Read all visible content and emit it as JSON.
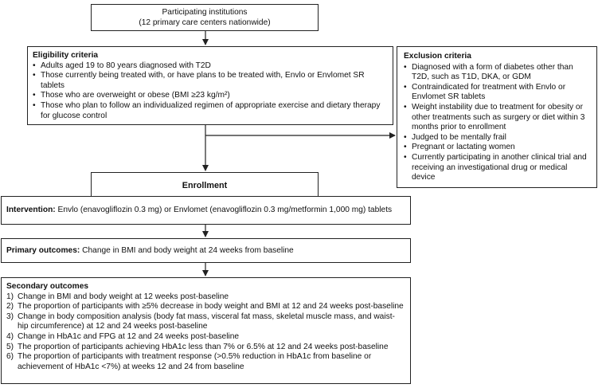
{
  "participating": {
    "line1": "Participating institutions",
    "line2": "(12 primary care centers nationwide)"
  },
  "eligibility": {
    "title": "Eligibility criteria",
    "items": [
      "Adults aged 19 to 80 years diagnosed with T2D",
      "Those currently being treated with, or have plans to be treated with, Envlo or Envlomet SR tablets",
      "Those who are overweight or obese (BMI ≥23 kg/m²)",
      "Those who plan to follow an individualized regimen of appropriate exercise and dietary therapy for glucose control"
    ]
  },
  "exclusion": {
    "title": "Exclusion criteria",
    "items": [
      "Diagnosed with a form of diabetes other than T2D, such as T1D, DKA, or GDM",
      "Contraindicated for treatment with Envlo or Envlomet SR tablets",
      "Weight instability due to treatment for obesity or other treatments such as surgery or diet within 3 months prior to enrollment",
      "Judged to be mentally frail",
      "Pregnant or lactating women",
      "Currently participating in another clinical trial and receiving an investigational drug or medical device"
    ]
  },
  "enrollment": {
    "label": "Enrollment"
  },
  "intervention": {
    "label": "Intervention:",
    "text": " Envlo (enavogliflozin 0.3 mg) or Envlomet (enavogliflozin 0.3 mg/metformin 1,000 mg) tablets"
  },
  "primary": {
    "label": "Primary outcomes:",
    "text": " Change in BMI and body weight at 24 weeks from baseline"
  },
  "secondary": {
    "title": "Secondary outcomes",
    "items": [
      {
        "num": "1)",
        "text": "Change in BMI and body weight at 12 weeks post-baseline"
      },
      {
        "num": "2)",
        "text": "The proportion of participants with ≥5% decrease in body weight and BMI at 12 and 24 weeks post-baseline"
      },
      {
        "num": "3)",
        "text": "Change in body composition analysis (body fat mass, visceral fat mass, skeletal muscle mass, and waist-hip circumference) at 12 and 24 weeks post-baseline"
      },
      {
        "num": "4)",
        "text": "Change in HbA1c and FPG at 12 and 24 weeks post-baseline"
      },
      {
        "num": "5)",
        "text": "The proportion of participants achieving HbA1c less than 7% or 6.5% at 12 and 24 weeks post-baseline"
      },
      {
        "num": "6)",
        "text": "The proportion of participants with treatment response (>0.5% reduction in HbA1c from baseline or achievement of HbA1c <7%) at weeks 12 and 24 from baseline"
      }
    ]
  },
  "colors": {
    "border": "#222222",
    "text": "#111111",
    "background": "#ffffff"
  }
}
